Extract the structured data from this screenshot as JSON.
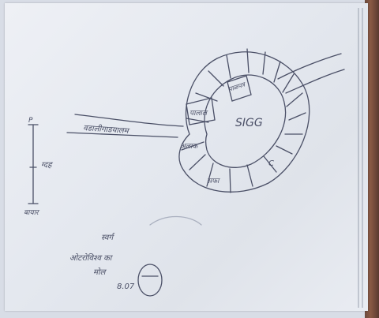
{
  "sketch": {
    "labels": {
      "road": "वडालीगाडयालम",
      "center": "SIGG",
      "box_left": "पालाल",
      "box_top": "पाळपत्र",
      "mid_left": "अलाक",
      "bottom_left": "सफा",
      "bottom_right": "C",
      "scale_top": "P",
      "scale_mid": "ग्दह",
      "scale_bottom": "बायार",
      "note_title": "स्वर्ग",
      "note_line1": "ओटरोविश्व का",
      "note_line2": "मोल",
      "note_line3": "8.07"
    },
    "colors": {
      "pencil": "#4a4f66",
      "paper": "#e6e9f0"
    }
  }
}
